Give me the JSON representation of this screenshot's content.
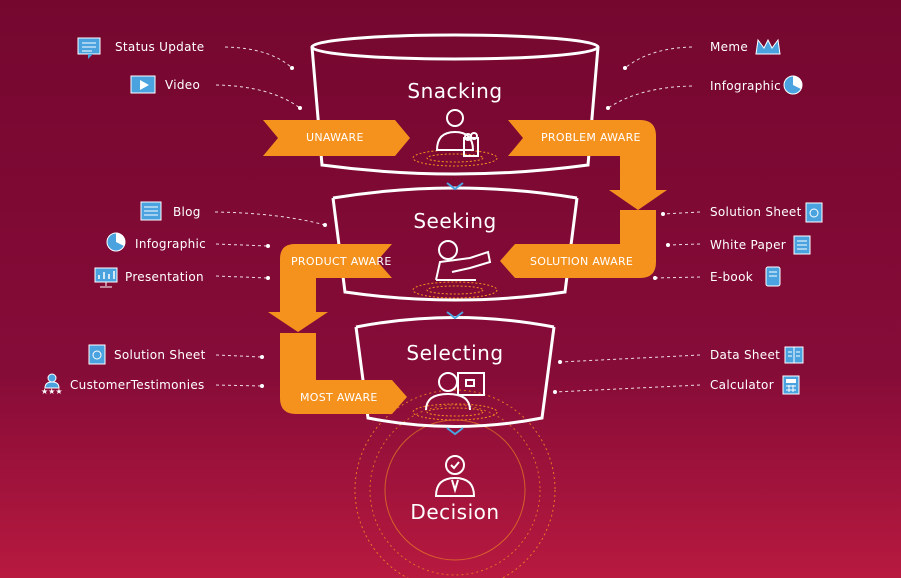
{
  "stages": {
    "snacking": "Snacking",
    "seeking": "Seeking",
    "selecting": "Selecting",
    "decision": "Decision"
  },
  "arrows": {
    "unaware": "UNAWARE",
    "problem_aware": "PROBLEM AWARE",
    "solution_aware": "SOLUTION AWARE",
    "product_aware": "PRODUCT AWARE",
    "most_aware": "MOST AWARE"
  },
  "left_labels": {
    "status_update": "Status Update",
    "video": "Video",
    "blog": "Blog",
    "infographic": "Infographic",
    "presentation": "Presentation",
    "solution_sheet": "Solution Sheet",
    "customer_testimonies": "CustomerTestimonies"
  },
  "right_labels": {
    "meme": "Meme",
    "infographic": "Infographic",
    "solution_sheet": "Solution Sheet",
    "white_paper": "White Paper",
    "ebook": "E-book",
    "data_sheet": "Data Sheet",
    "calculator": "Calculator"
  },
  "colors": {
    "bg_top": "#7a0a36",
    "bg_bottom": "#b8183f",
    "orange": "#f5921e",
    "icon_blue": "#4aa3df"
  }
}
